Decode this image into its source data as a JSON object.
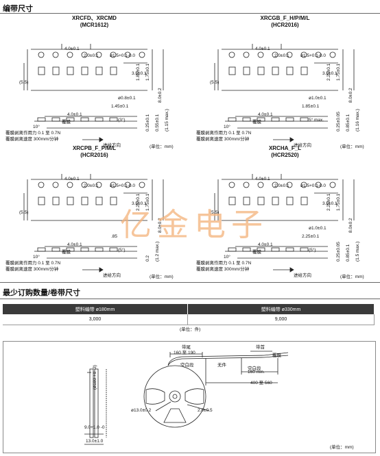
{
  "section1": {
    "title": "编带尺寸"
  },
  "panels": [
    {
      "title": "XRCFD、XRCMD",
      "sub": "(MCR1612)",
      "labels": {
        "pitch_top": "4.0±0.1",
        "pitch_small": "2.0±0.1",
        "hole": "ø1.5+0.1-0.0",
        "dim_side1": "1.85±0.1",
        "dim_side2": "1.75±0.1",
        "dim_mid": "3.5±0.1",
        "width": "8.0±0.2",
        "left": "(5.5)",
        "hole2": "ø0.8±0.1",
        "pitch_bottom": "4.0±0.1",
        "cavity": "1.45±0.1",
        "angle": "(3°)",
        "thick1": "0.25±0.1",
        "thick2": "0.55±0.1",
        "thick3": "(1.15 max.)",
        "cover": "覆膜",
        "deg": "10°",
        "feed": "进给方向",
        "unit": "(单位：mm)"
      },
      "notes": [
        "覆膜剥离作用力 0.1 至 0.7N",
        "覆膜剥离速度 300mm/分钟"
      ]
    },
    {
      "title": "XRCGB_F_H/P/M/L",
      "sub": "(HCR2016)",
      "labels": {
        "pitch_top": "4.0±0.1",
        "pitch_small": "2.0±0.1",
        "hole": "ø1.5+0.1-0.0",
        "dim_side1": "2.25±0.1",
        "dim_side2": "1.75±0.1",
        "dim_mid": "3.5±0.1",
        "width": "8.0±0.2",
        "left": "(5.5)",
        "hole2": "ø1.0±0.1",
        "pitch_bottom": "4.0±0.1",
        "cavity": "1.85±0.1",
        "angle": "5° max.",
        "thick1": "0.25±0.05",
        "thick2": "0.85±0.1",
        "thick3": "(1.16 max.)",
        "cover": "覆膜",
        "deg": "10°",
        "feed": "进给方向",
        "unit": "(单位：mm)"
      },
      "notes": [
        "覆膜剥离作用力 0.1 至 0.7N",
        "覆膜剥离速度 300mm/分钟"
      ]
    },
    {
      "title": "XRCPB_F_P/M/L",
      "sub": "(HCR2016)",
      "labels": {
        "pitch_top": "4.0±0.1",
        "pitch_small": "2.0±0.1",
        "hole": "ø1.5+0.1-0.0",
        "dim_side1": "2.25±0.1",
        "dim_side2": "1.75±0.1",
        "dim_mid": "3.5±0.1",
        "width": "8.0±0.2",
        "left": "(5.5)",
        "hole2": "",
        "pitch_bottom": "4.0±0.1",
        "cavity": ".85",
        "angle": "(5°)",
        "thick1": "0.2",
        "thick2": "(1.2 max.)",
        "thick3": "",
        "cover": "覆膜",
        "deg": "10°",
        "feed": "进给方向",
        "unit": "(单位：mm)"
      },
      "notes": [
        "覆膜剥离作用力 0.1 至 0.7N",
        "覆膜剥离速度 300mm/分钟"
      ]
    },
    {
      "title": "XRCHA_F_L",
      "sub": "(HCR2520)",
      "labels": {
        "pitch_top": "4.0±0.1",
        "pitch_small": "2.0±0.1",
        "hole": "ø1.5+0.1-0.0",
        "dim_side1": "2.25±0.1",
        "dim_side2": "1.75±0.1",
        "dim_mid": "3.5±0.1",
        "width": "8.0±0.2",
        "left": "(5.5)",
        "hole2": "ø1.0±0.1",
        "pitch_bottom": "4.0±0.1",
        "cavity": "2.25±0.1",
        "angle": "(5°)",
        "thick1": "0.25±0.05",
        "thick2": "0.85±0.1",
        "thick3": "(1.5 max.)",
        "cover": "覆膜",
        "deg": "10°",
        "feed": "进给方向",
        "unit": "(单位：mm)"
      },
      "notes": [
        "覆膜剥离作用力 0.1 至 0.7N",
        "覆膜剥离速度 300mm/分钟"
      ]
    }
  ],
  "watermark": "亿金电子",
  "section2": {
    "title": "最少订购数量/卷带尺寸",
    "headers": [
      "塑料编带 ø180mm",
      "塑料编带 ø330mm"
    ],
    "values": [
      "3,000",
      "9,000"
    ],
    "unit": "(单位：件)"
  },
  "reel": {
    "dia": "(ø180 +0 -3)",
    "hub": "ø13.0±0.2",
    "slot": "2.0±0.5",
    "width_top": "9.0+1.0 -0",
    "width_bottom": "13.0±1.0",
    "tail": "带尾",
    "tail_len": "160 至 190",
    "empty1": "空白段",
    "no_part": "无件",
    "head": "带首",
    "cover": "覆膜",
    "empty2": "空白段",
    "min": "160 min.",
    "head_len": "400 至 560",
    "unit": "(单位：mm)"
  }
}
